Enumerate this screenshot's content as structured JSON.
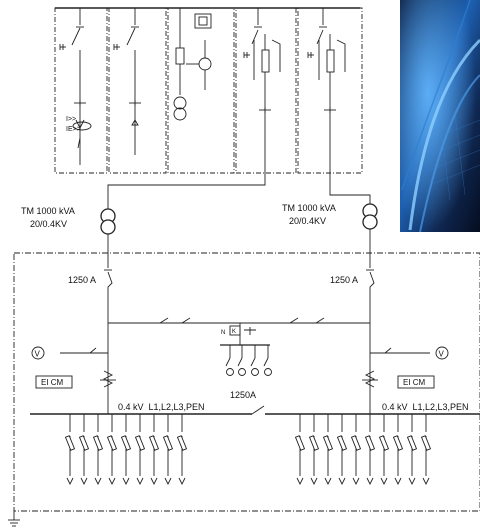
{
  "transformers": {
    "left": {
      "rating": "TM 1000 kVA",
      "voltage": "20/0.4KV"
    },
    "right": {
      "rating": "TM 1000 kVA",
      "voltage": "20/0.4KV"
    }
  },
  "incomers": {
    "left": {
      "current": "1250 A"
    },
    "right": {
      "current": "1250 A"
    }
  },
  "meter_box": {
    "left_label": "EI CM",
    "right_label": "EI CM"
  },
  "meter_symbol": "V",
  "busbar": {
    "left_label": "0.4 kV  L1,L2,L3,PEN",
    "right_label": "0.4 kV  L1,L2,L3,PEN",
    "tie_current": "1250A"
  },
  "mv_panel": {
    "protection_label_1": "I>>",
    "protection_label_2": "IE>>"
  },
  "relay_box": {
    "label": "N",
    "k_label": "K"
  },
  "photo": {
    "colors": [
      "#0a1c3e",
      "#1d5fb0",
      "#63b7ff",
      "#102a56"
    ]
  }
}
